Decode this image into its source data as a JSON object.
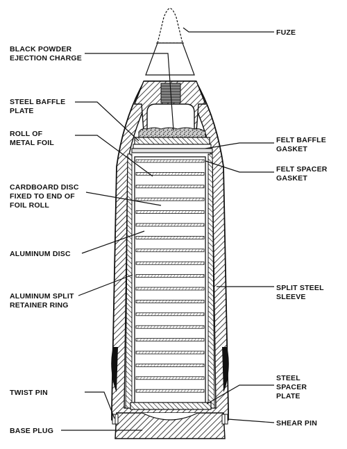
{
  "title": "",
  "labels": {
    "fuze": "FUZE",
    "black_powder_1": "BLACK POWDER",
    "black_powder_2": "EJECTION CHARGE",
    "steel_baffle_1": "STEEL BAFFLE",
    "steel_baffle_2": "PLATE",
    "roll_foil_1": "ROLL OF",
    "roll_foil_2": "METAL FOIL",
    "felt_baffle_1": "FELT BAFFLE",
    "felt_baffle_2": "GASKET",
    "felt_spacer_1": "FELT SPACER",
    "felt_spacer_2": "GASKET",
    "cardboard_1": "CARDBOARD DISC",
    "cardboard_2": "FIXED TO END OF",
    "cardboard_3": "FOIL ROLL",
    "aluminum_disc": "ALUMINUM DISC",
    "aluminum_split_1": "ALUMINUM SPLIT",
    "aluminum_split_2": "RETAINER RING",
    "split_steel_1": "SPLIT STEEL",
    "split_steel_2": "SLEEVE",
    "twist_pin": "TWIST PIN",
    "steel_spacer_1": "STEEL",
    "steel_spacer_2": "SPACER",
    "steel_spacer_3": "PLATE",
    "base_plug": "BASE PLUG",
    "shear_pin": "SHEAR PIN"
  },
  "colors": {
    "ink": "#111111",
    "paper": "#ffffff"
  }
}
